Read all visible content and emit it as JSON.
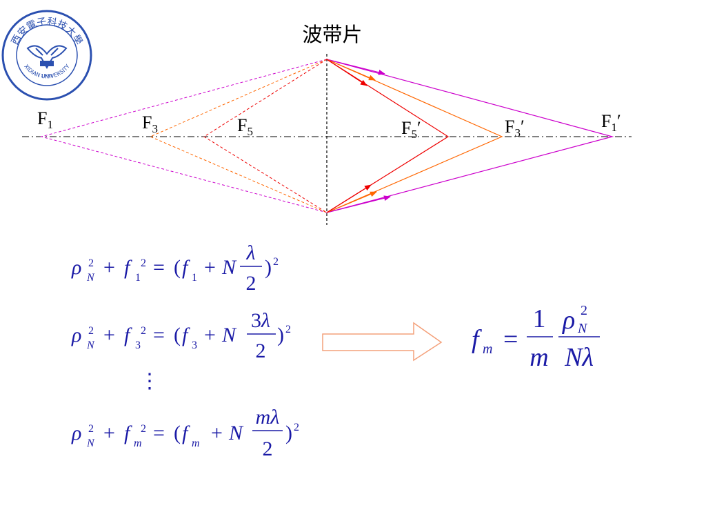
{
  "slide": {
    "title": "波带片",
    "logo": {
      "text_top": "西安電子科技大學",
      "text_bottom": "XIDIAN UNIVERSITY",
      "year": "1931"
    }
  },
  "diagram": {
    "left_points": [
      {
        "name": "F",
        "sub": "1"
      },
      {
        "name": "F",
        "sub": "3"
      },
      {
        "name": "F",
        "sub": "5"
      }
    ],
    "right_points": [
      {
        "name": "F",
        "sub": "5",
        "prime": "′"
      },
      {
        "name": "F",
        "sub": "3",
        "prime": "′"
      },
      {
        "name": "F",
        "sub": "1",
        "prime": "′"
      }
    ],
    "colors": {
      "m1": "#cc00cc",
      "m3": "#ff6600",
      "m5": "#ee0000",
      "axis": "#000000"
    }
  },
  "equations": {
    "rho": "ρ",
    "N": "N",
    "two": "2",
    "f": "f",
    "plus": "+",
    "eq": "=",
    "open": "(",
    "close": ")",
    "lambda": "λ",
    "eq1": {
      "sub": "1",
      "num_coef": ""
    },
    "eq2": {
      "sub": "3",
      "num_coef": "3"
    },
    "eq3": {
      "sub": "m",
      "num_coef": "m"
    },
    "vdots": "⋮",
    "result": {
      "f": "f",
      "sub": "m",
      "eq": "=",
      "num": "1",
      "den": "m",
      "rho": "ρ",
      "N": "N",
      "two": "2",
      "lambda": "λ"
    }
  },
  "colors": {
    "math": "#1a1aa6",
    "arrow": "#f4a07a"
  }
}
